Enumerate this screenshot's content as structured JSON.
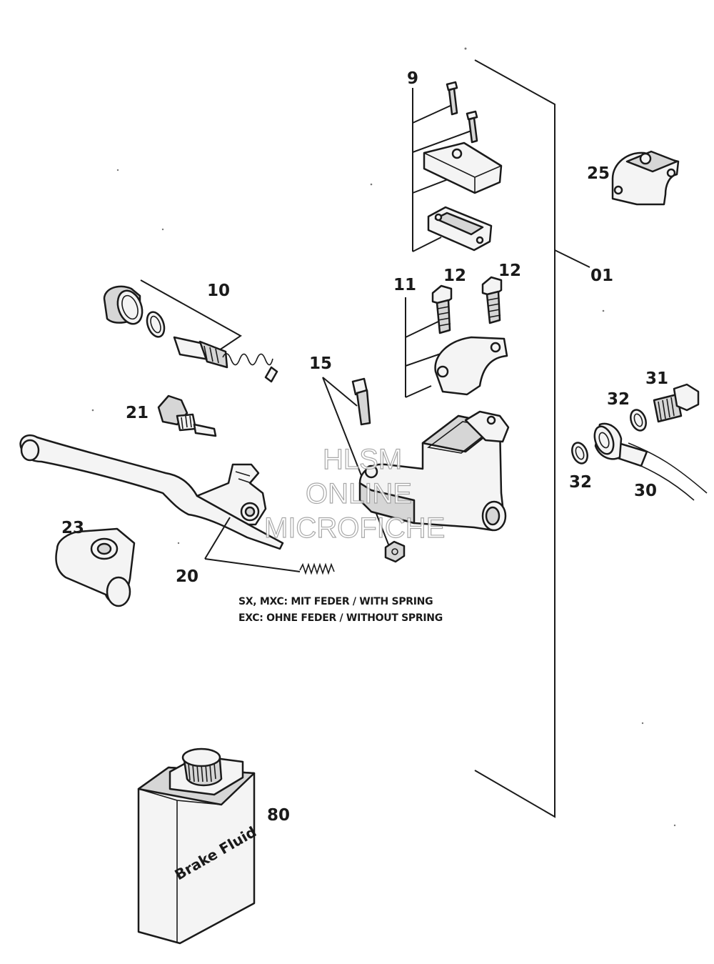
{
  "diagram": {
    "callouts": {
      "p01": "01",
      "p09": "9",
      "p10": "10",
      "p11": "11",
      "p12a": "12",
      "p12b": "12",
      "p15": "15",
      "p20": "20",
      "p21": "21",
      "p23": "23",
      "p25": "25",
      "p30": "30",
      "p31": "31",
      "p32a": "32",
      "p32b": "32",
      "p80": "80"
    },
    "notes": {
      "line1": "SX, MXC: MIT FEDER / WITH SPRING",
      "line2": "EXC: OHNE FEDER / WITHOUT SPRING"
    },
    "container_label": "Brake Fluid",
    "watermark": {
      "line1": "HLSM",
      "line2": "ONLINE",
      "line3": "MICROFICHE"
    }
  }
}
